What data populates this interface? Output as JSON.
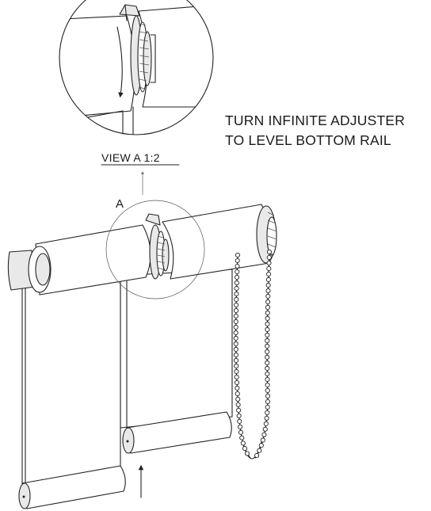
{
  "instruction": {
    "line1": "TURN INFINITE ADJUSTER",
    "line2": "TO LEVEL BOTTOM RAIL"
  },
  "detail_view": {
    "caption": "VIEW A 1:2"
  },
  "callout_label": "A",
  "icons": [
    "rotation-arrow-icon",
    "lift-arrow-icon"
  ]
}
